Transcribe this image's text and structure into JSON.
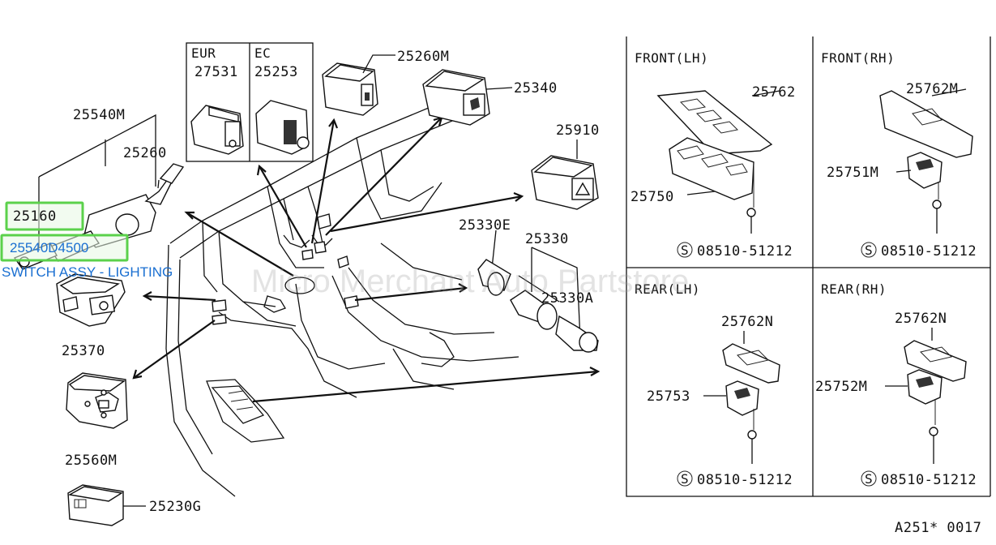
{
  "watermark": "Micro Merchant Auto Partstore",
  "hotspots": {
    "h25160": "25160",
    "h25540d4500": "25540D4500"
  },
  "tooltip": "SWITCH ASSY - LIGHTING",
  "labels": {
    "l25540m": "25540M",
    "l25260": "25260",
    "l25370": "25370",
    "l25560m": "25560M",
    "l25230g": "25230G",
    "l25260m": "25260M",
    "l25340": "25340",
    "l25910": "25910",
    "l25330e": "25330E",
    "l25330": "25330",
    "l25330a": "25330A",
    "l27531": "27531",
    "l25253": "25253"
  },
  "inset": {
    "eur": "EUR",
    "ec": "EC"
  },
  "panels": {
    "front_lh": {
      "title": "FRONT(LH)",
      "part_a": "25762",
      "part_b": "25750",
      "screw": "08510-51212"
    },
    "front_rh": {
      "title": "FRONT(RH)",
      "part_a": "25762M",
      "part_b": "25751M",
      "screw": "08510-51212"
    },
    "rear_lh": {
      "title": "REAR(LH)",
      "part_a": "25762N",
      "part_b": "25753",
      "screw": "08510-51212"
    },
    "rear_rh": {
      "title": "REAR(RH)",
      "part_a": "25762N",
      "part_b": "25752M",
      "screw": "08510-51212"
    },
    "screw_symbol": "S"
  },
  "diagram_code": "A251* 0017"
}
